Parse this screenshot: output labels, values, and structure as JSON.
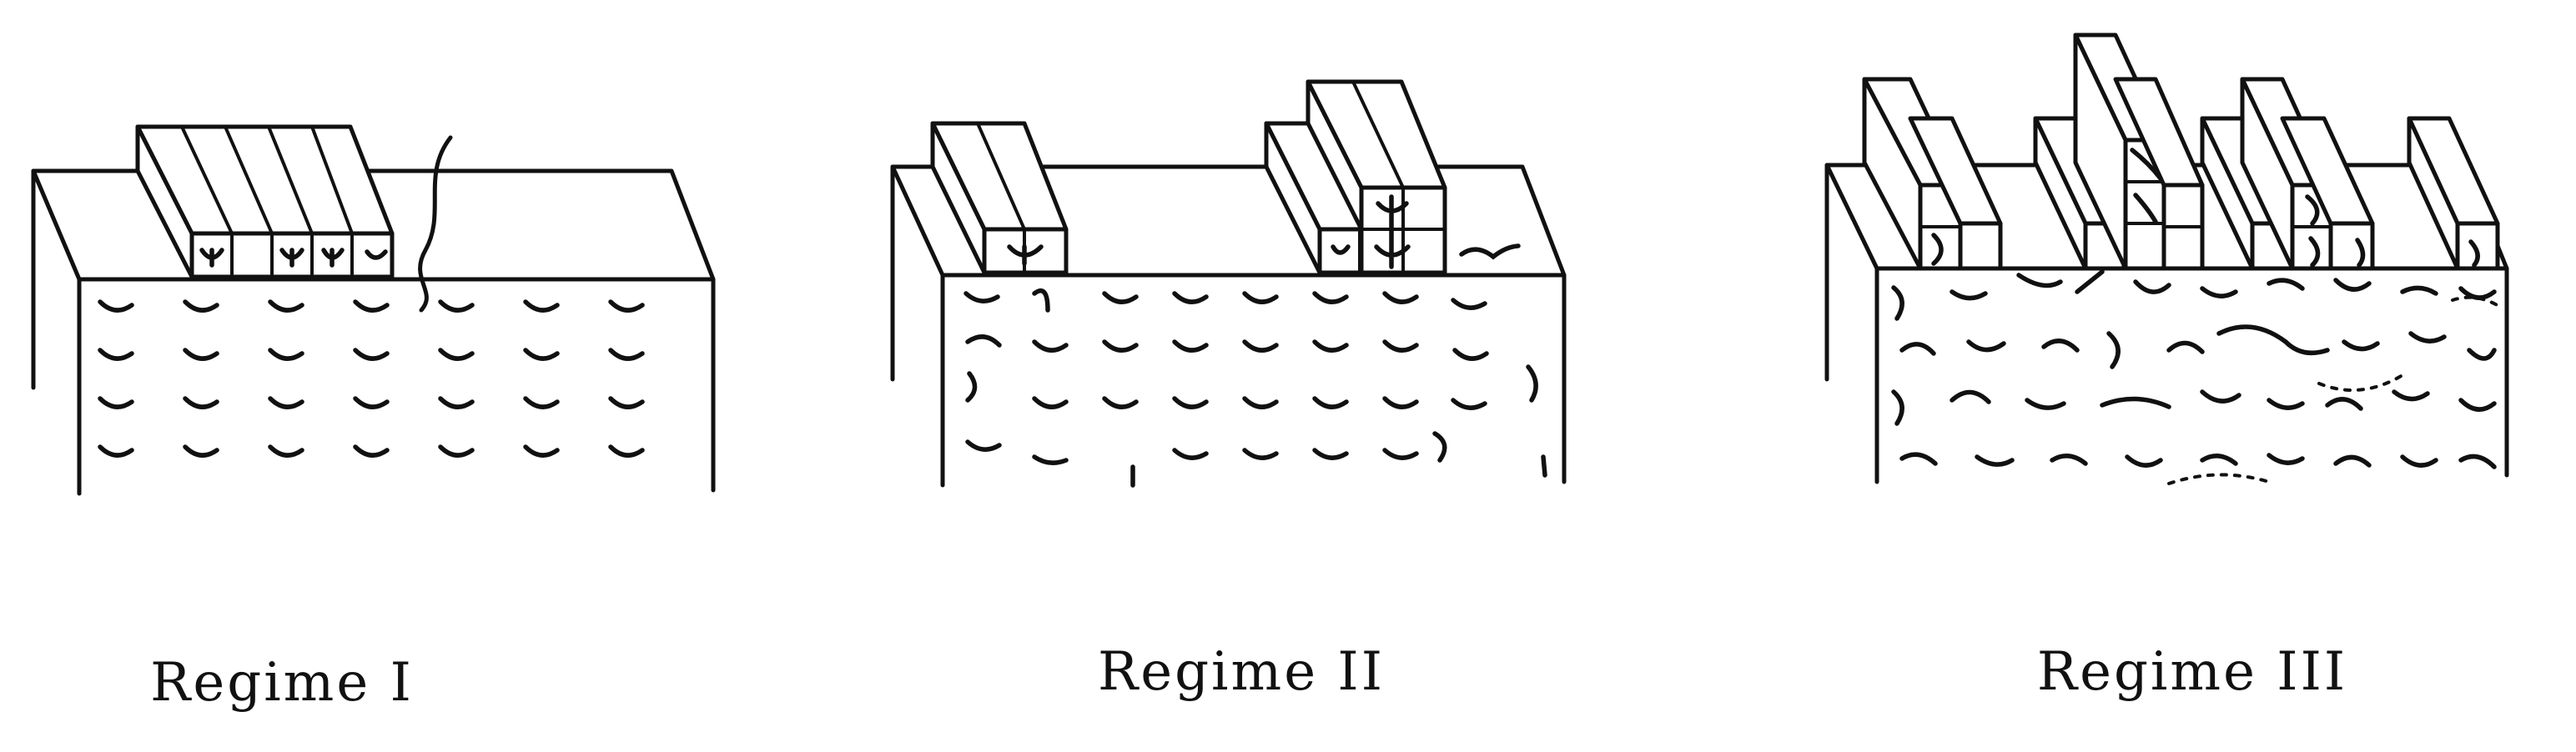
{
  "figure": {
    "panels": [
      {
        "id": "regime-1",
        "label": "Regime I"
      },
      {
        "id": "regime-2",
        "label": "Regime II"
      },
      {
        "id": "regime-3",
        "label": "Regime III"
      }
    ]
  }
}
